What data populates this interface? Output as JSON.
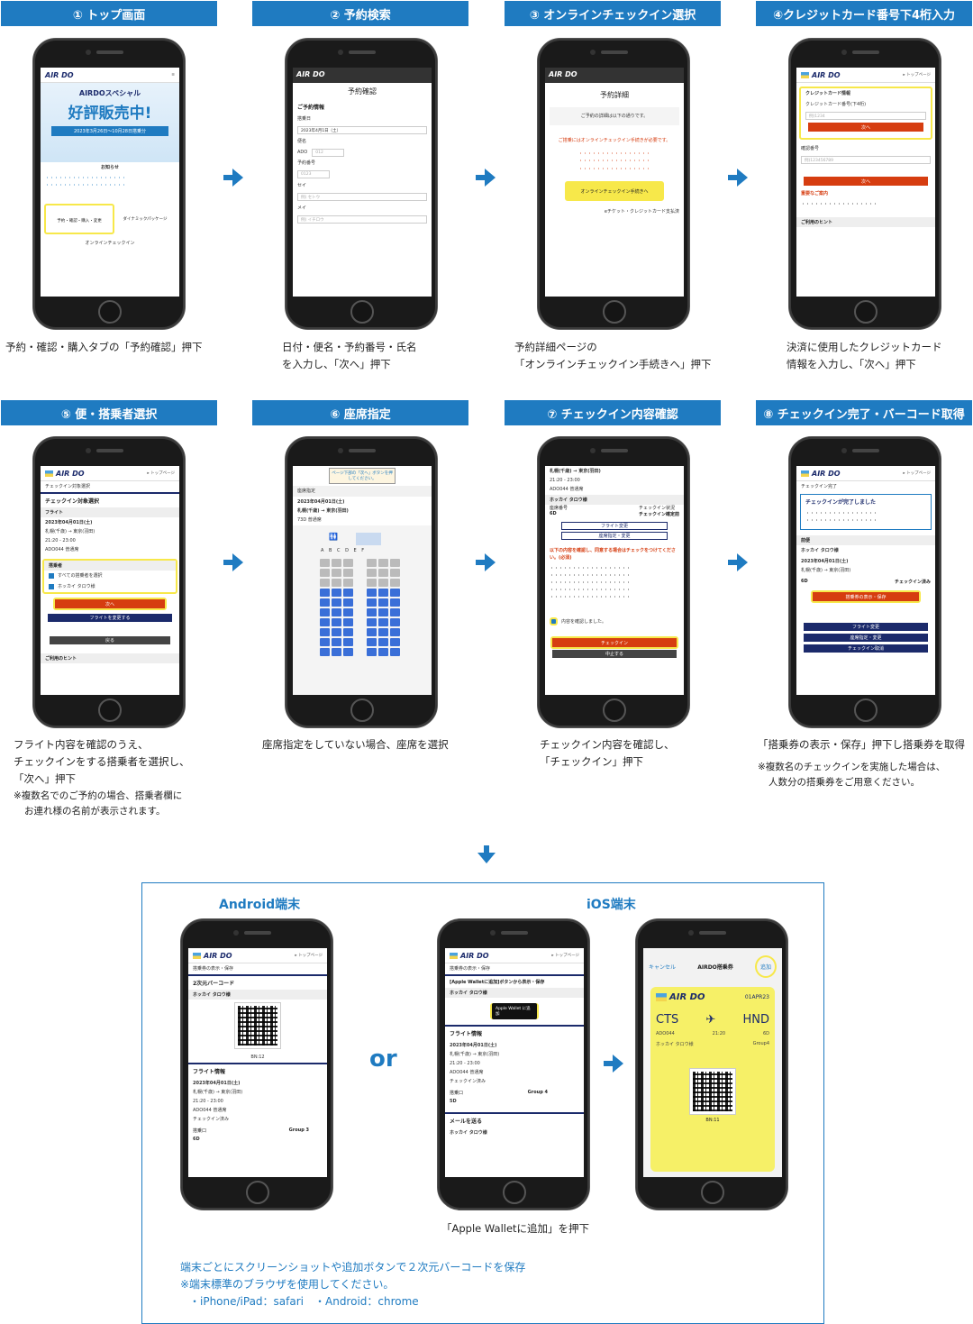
{
  "colors": {
    "accent": "#1f7bc1",
    "highlight": "#f7e84a",
    "button_red": "#d63d10",
    "navy": "#1b2a6b"
  },
  "steps": [
    {
      "header": "① トップ画面",
      "caption": [
        "予約・確認・購入タブの「予約確認」押下"
      ]
    },
    {
      "header": "② 予約検索",
      "caption": [
        "日付・便名・予約番号・氏名",
        "を入力し、「次へ」押下"
      ]
    },
    {
      "header": "③ オンラインチェックイン選択",
      "caption": [
        "予約詳細ページの",
        "「オンラインチェックイン手続きへ」押下"
      ]
    },
    {
      "header": "④クレジットカード番号下4桁入力",
      "caption": [
        "決済に使用したクレジットカード",
        "情報を入力し、「次へ」押下"
      ]
    },
    {
      "header": "⑤ 便・搭乗者選択",
      "caption": [
        "フライト内容を確認のうえ、",
        "チェックインをする搭乗者を選択し、",
        "「次へ」押下"
      ],
      "note": [
        "※複数名でのご予約の場合、搭乗者欄に",
        "お連れ様の名前が表示されます。"
      ]
    },
    {
      "header": "⑥ 座席指定",
      "caption": [
        "座席指定をしていない場合、座席を選択"
      ]
    },
    {
      "header": "⑦ チェックイン内容確認",
      "caption": [
        "チェックイン内容を確認し、",
        "「チェックイン」押下"
      ]
    },
    {
      "header": "⑧ チェックイン完了・バーコード取得",
      "caption": [
        "「搭乗券の表示・保存」押下し搭乗券を取得"
      ],
      "note": [
        "※複数名のチェックインを実施した場合は、",
        "人数分の搭乗券をご用意ください。"
      ]
    }
  ],
  "screens": {
    "s1": {
      "logo": "AIR DO",
      "banner_title": "AIRDOスペシャル",
      "banner_big": "好評販売中!",
      "banner_date": "2023年3月26日〜10月28日搭乗分",
      "news_title": "お知らせ",
      "tab1": "予約・確認・購入・変更",
      "tab2": "ダイナミックパッケージ",
      "tab3": "オンラインチェックイン"
    },
    "s2": {
      "logo": "AIR DO",
      "title": "予約確認",
      "section": "ご予約情報",
      "date_label": "搭乗日",
      "date_value": "2023年4月1日（土）",
      "flight_label": "便名",
      "flight_prefix": "ADO",
      "flight_ph": "012",
      "no_label": "予約番号",
      "no_ph": "0123",
      "sei_label": "セイ",
      "sei_ph": "例) セトウ",
      "mei_label": "メイ",
      "mei_ph": "例) イチロウ"
    },
    "s3": {
      "logo": "AIR DO",
      "title": "予約詳細",
      "intro": "ご予約の詳細は以下の通りです。",
      "warn": "ご搭乗にはオンラインチェックイン手続きが必要です。",
      "btn": "オンラインチェックイン手続きへ",
      "etk": "eチケット・クレジットカード支払済"
    },
    "s4": {
      "logo": "AIR DO",
      "toplink": "▸ トップページ",
      "card_title": "クレジットカード情報",
      "card_label": "クレジットカード番号(下4桁)",
      "card_ph": "例)1234",
      "next": "次へ",
      "confirm_label": "確認番号",
      "confirm_ph": "例)123456789",
      "next2": "次へ",
      "notice": "重要なご案内",
      "hint": "ご利用のヒント"
    },
    "s5": {
      "logo": "AIR DO",
      "toplink": "▸ トップページ",
      "crumb": "チェックイン対象選択",
      "title": "チェックイン対象選択",
      "flight": "フライト",
      "date": "2023年04月01日(土)",
      "route": "札幌(千歳) → 東京(羽田)",
      "time": "21:20 - 23:00",
      "flight_no": "ADO044 普通席",
      "pax": "搭乗者",
      "all": "すべての搭乗者を選択",
      "name": "ホッカイ タロウ様",
      "next": "次へ",
      "change": "フライトを変更する",
      "back": "戻る",
      "hint": "ご利用のヒント"
    },
    "s6": {
      "banner": "ページ下部の「次へ」ボタンを押してください。",
      "crumb": "座席指定",
      "date": "2023年04月01日(土)",
      "route": "札幌(千歳) → 東京(羽田)",
      "type": "73D 普通席",
      "cols": "A B C   D E F"
    },
    "s7": {
      "route": "札幌(千歳) → 東京(羽田)",
      "time": "21:20 - 23:00",
      "flight_no": "ADO044 普通席",
      "name": "ホッカイ タロウ様",
      "seat_label": "座席番号",
      "seat": "6D",
      "status_label": "チェックイン状況",
      "status": "チェックイン確定前",
      "btn_flight": "フライト変更",
      "btn_seat": "座席指定・変更",
      "warn": "以下の内容を確認し、同意する場合はチェックをつけてください。(必須)",
      "agree": "内容を確認しました。",
      "checkin": "チェックイン",
      "cancel": "中止する"
    },
    "s8": {
      "logo": "AIR DO",
      "toplink": "▸ トップページ",
      "crumb": "チェックイン完了",
      "done": "チェックインが完了しました",
      "flight": "前便",
      "name": "ホッカイ タロウ様",
      "date": "2023年04月01日(土)",
      "route": "札幌(千歳) → 東京(羽田)",
      "seat": "6D",
      "status": "チェックイン済み",
      "btn_show": "搭乗券の表示・保存",
      "btn_flight": "フライト変更",
      "btn_seat": "座席指定・変更",
      "btn_cancel": "チェックイン取消"
    }
  },
  "bottom": {
    "android_title": "Android端末",
    "ios_title": "iOS端末",
    "or": "or",
    "ios_caption": "「Apple Walletに追加」を押下",
    "note": [
      "端末ごとにスクリーンショットや追加ボタンで２次元バーコードを保存",
      "※端末標準のブラウザを使用してください。",
      "・iPhone/iPad：safari　・Android：chrome"
    ],
    "android": {
      "logo": "AIR DO",
      "toplink": "▸ トップページ",
      "crumb": "搭乗券の表示・保存",
      "barcode": "2次元バーコード",
      "name": "ホッカイ タロウ様",
      "bn": "BN:12",
      "flight_info": "フライト情報",
      "date": "2023年04月01日(土)",
      "route": "札幌(千歳) → 東京(羽田)",
      "time": "21:20 - 23:00",
      "flight_no": "ADO044 普通席",
      "status": "チェックイン済み",
      "gate": "搭乗口",
      "group": "Group 3",
      "seat": "6D"
    },
    "ios1": {
      "logo": "AIR DO",
      "toplink": "▸ トップページ",
      "crumb": "搭乗券の表示・保存",
      "wallet_hint": "[Apple Walletに追加]ボタンから表示・保存",
      "name": "ホッカイ タロウ様",
      "wallet_btn": "Apple Wallet に追加",
      "flight_info": "フライト情報",
      "date": "2023年04月01日(土)",
      "route": "札幌(千歳) → 東京(羽田)",
      "time": "21:20 - 23:00",
      "flight_no": "ADO044 普通席",
      "status": "チェックイン済み",
      "gate": "搭乗口",
      "group": "Group 4",
      "seat": "5D",
      "mail": "メールを送る"
    },
    "ios2": {
      "cancel": "キャンセル",
      "title": "AIRDO搭乗券",
      "add": "追加",
      "logo": "AIR DO",
      "date": "01APR23",
      "from": "CTS",
      "to": "HND",
      "flight_no": "ADO044",
      "dep": "21:20",
      "name": "ホッカイ タロウ様",
      "group": "Group4",
      "seat": "6D",
      "bn": "BN:11"
    }
  }
}
